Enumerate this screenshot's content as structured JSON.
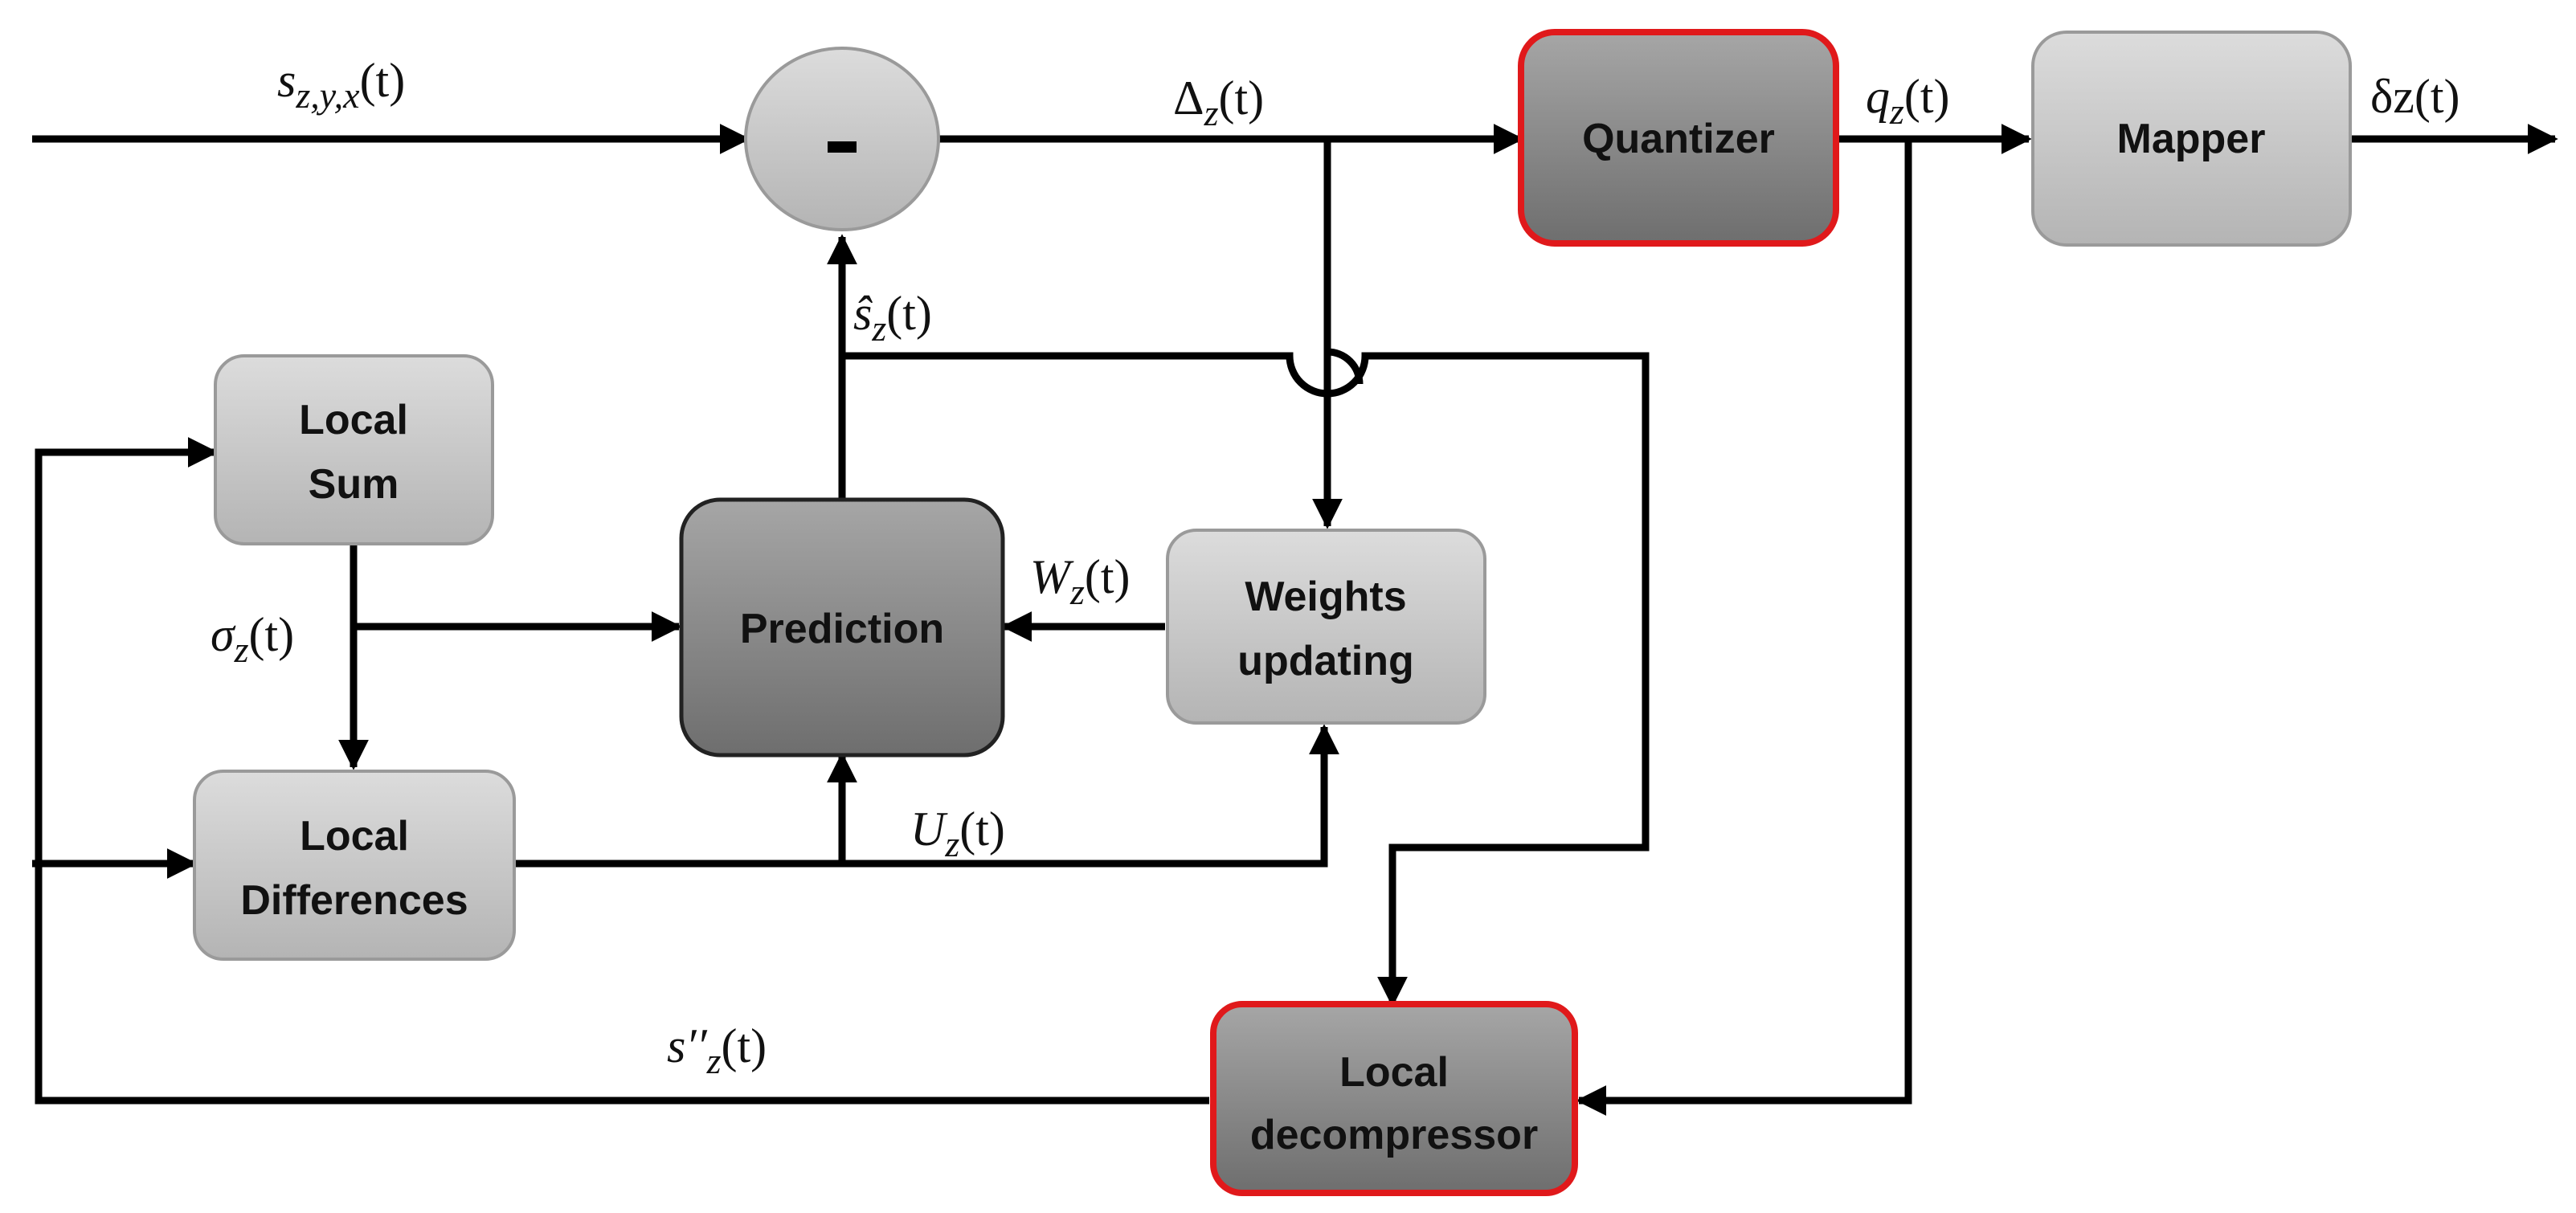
{
  "blocks": {
    "subtractor": "-",
    "quantizer": "Quantizer",
    "mapper": "Mapper",
    "local_sum": [
      "Local",
      "Sum"
    ],
    "prediction": "Prediction",
    "weights_updating": [
      "Weights",
      "updating"
    ],
    "local_differences": [
      "Local",
      "Differences"
    ],
    "local_decompressor": [
      "Local",
      "decompressor"
    ]
  },
  "signals": {
    "input": {
      "base": "s",
      "sub": "z,y,x",
      "arg": "(t)"
    },
    "residual": {
      "base": "Δ",
      "sub": "z",
      "arg": "(t)"
    },
    "quantized": {
      "base": "q",
      "sub": "z",
      "arg": "(t)"
    },
    "output": "δz(t)",
    "prediction": {
      "base": "ŝ",
      "sub": "z",
      "arg": "(t)"
    },
    "local_sum": {
      "base": "σ",
      "sub": "z",
      "arg": "(t)"
    },
    "weights": {
      "base": "W",
      "sub": "z",
      "arg": "(t)"
    },
    "local_diff": {
      "base": "U",
      "sub": "z",
      "arg": "(t)"
    },
    "reconstructed": {
      "base": "s′′",
      "sub": "z",
      "arg": "(t)"
    }
  },
  "colors": {
    "light_block_top": "#dcdcdc",
    "light_block_bottom": "#b4b4b4",
    "dark_block_top": "#a6a6a6",
    "dark_block_bottom": "#6e6e6e",
    "highlight_border": "#e0191b",
    "block_border": "#9a9a9a",
    "wire": "#000000"
  }
}
